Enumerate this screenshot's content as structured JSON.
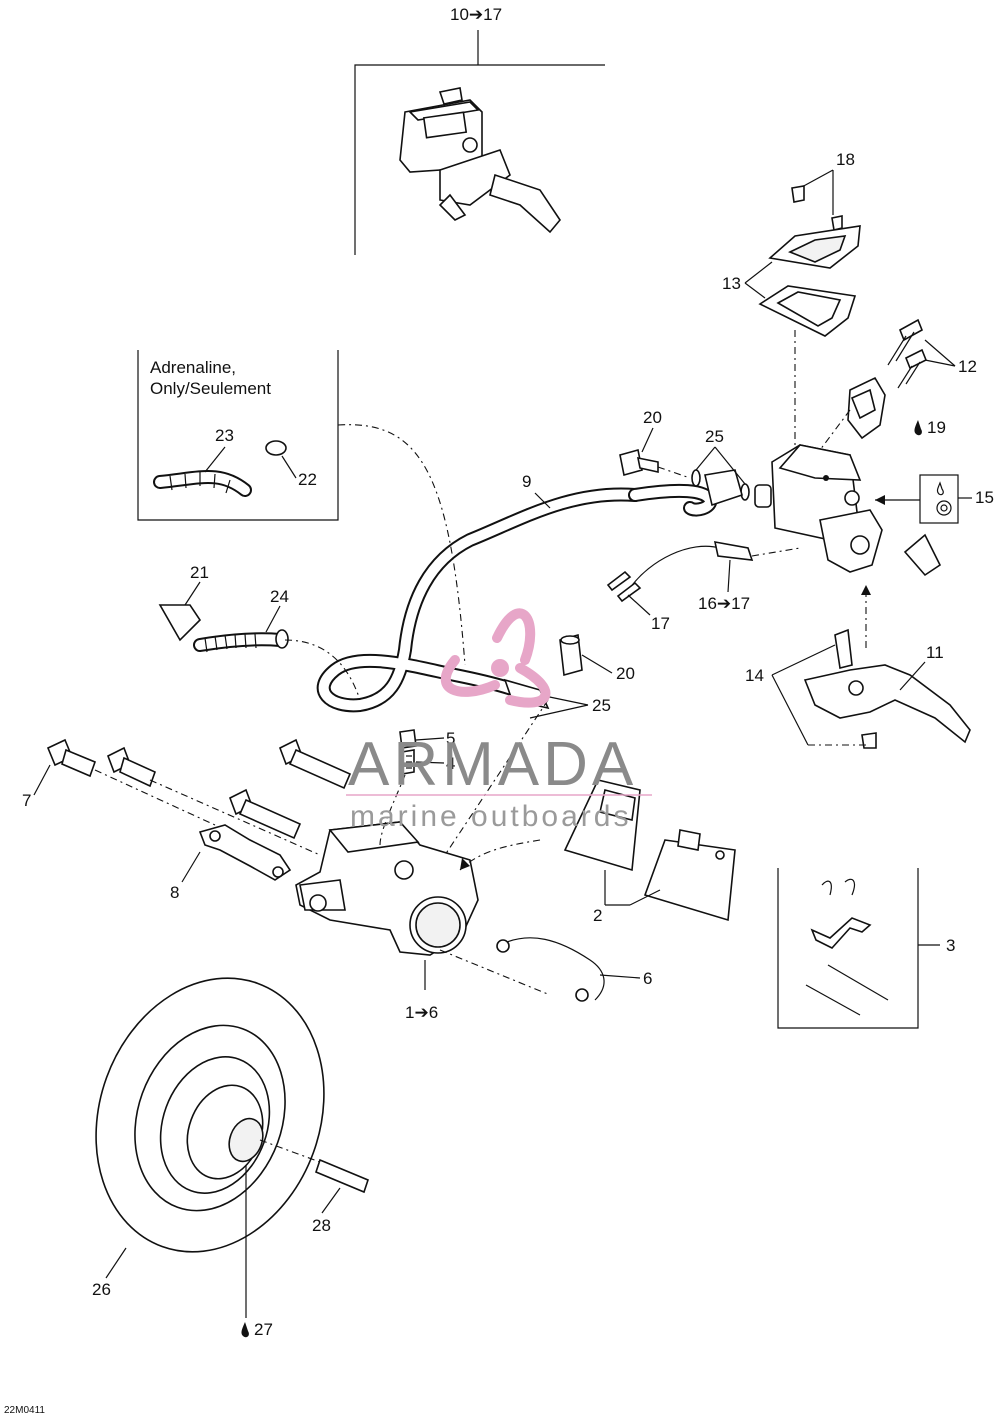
{
  "labels": {
    "l10_17": "10➔17",
    "l18": "18",
    "l13": "13",
    "l12": "12",
    "l19": "19",
    "l15": "15",
    "l20a": "20",
    "l25a": "25",
    "l9": "9",
    "l16_17": "16➔17",
    "l17": "17",
    "l11": "11",
    "l14": "14",
    "l21": "21",
    "l24": "24",
    "l20b": "20",
    "l25b": "25",
    "l23": "23",
    "l22": "22",
    "l5": "5",
    "l4": "4",
    "l7": "7",
    "l8": "8",
    "l2": "2",
    "l3": "3",
    "l6": "6",
    "l1_6": "1➔6",
    "l28": "28",
    "l26": "26",
    "l27": "27"
  },
  "inset": {
    "line1": "Adrenaline,",
    "line2": "Only/Seulement"
  },
  "watermark": {
    "brand": "ARMADA",
    "tagline": "marine outboards",
    "accent": "#e7a6c8"
  },
  "drawing_code": "22M0411",
  "icons": [
    "oil-drop-icon",
    "arrow-icon"
  ]
}
